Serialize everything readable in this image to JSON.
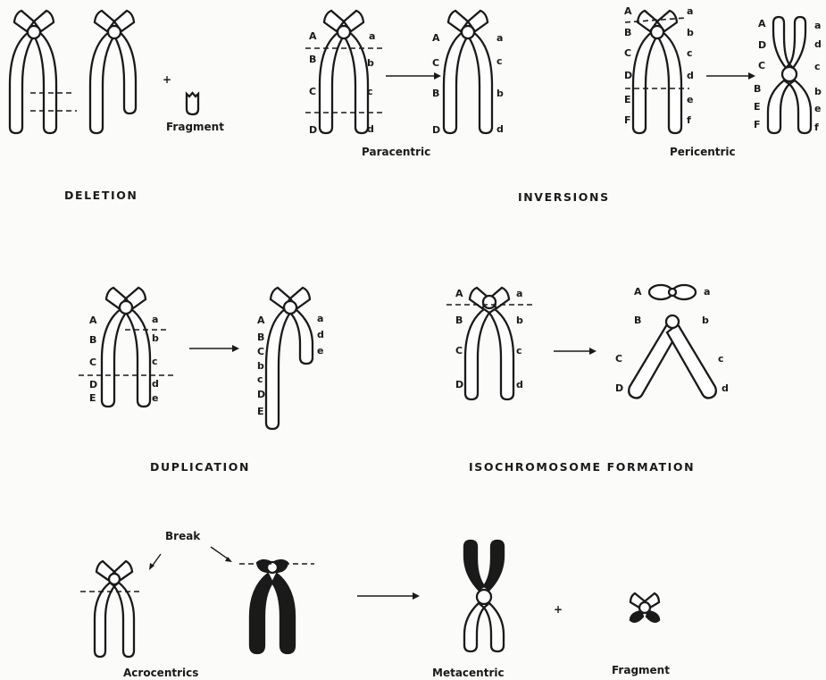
{
  "sections": {
    "deletion": "DELETION",
    "inversions": "INVERSIONS",
    "duplication": "DUPLICATION",
    "isochromosome": "ISOCHROMOSOME  FORMATION"
  },
  "captions": {
    "fragment_deletion": "Fragment",
    "paracentric": "Paracentric",
    "pericentric": "Pericentric",
    "break": "Break",
    "acrocentrics": "Acrocentrics",
    "metacentric": "Metacentric",
    "fragment_bottom": "Fragment"
  },
  "symbols": {
    "plus": "+"
  },
  "gene_labels": {
    "para_before_left": [
      "A",
      "B",
      "C",
      "D"
    ],
    "para_before_right": [
      "a",
      "b",
      "c",
      "d"
    ],
    "para_after_left": [
      "A",
      "C",
      "B",
      "D"
    ],
    "para_after_right": [
      "a",
      "c",
      "b",
      "d"
    ],
    "peri_before_left": [
      "A",
      "B",
      "C",
      "D",
      "E",
      "F"
    ],
    "peri_before_right": [
      "a",
      "b",
      "c",
      "d",
      "e",
      "f"
    ],
    "peri_after_left": [
      "A",
      "D",
      "C",
      "B",
      "E",
      "F"
    ],
    "peri_after_right": [
      "a",
      "d",
      "c",
      "b",
      "e",
      "f"
    ],
    "dup_before_left": [
      "A",
      "B",
      "C",
      "D",
      "E"
    ],
    "dup_before_right": [
      "a",
      "b",
      "c",
      "d",
      "e"
    ],
    "dup_after_left": [
      "A",
      "B",
      "C",
      "b",
      "c",
      "D",
      "E"
    ],
    "dup_after_right": [
      "a",
      "d",
      "e"
    ],
    "iso_before_left": [
      "A",
      "B",
      "C",
      "D"
    ],
    "iso_before_right": [
      "a",
      "b",
      "c",
      "d"
    ],
    "iso_after_top": [
      "A",
      "a"
    ],
    "iso_after_left": [
      "B",
      "C",
      "D"
    ],
    "iso_after_right": [
      "b",
      "c",
      "d"
    ]
  }
}
